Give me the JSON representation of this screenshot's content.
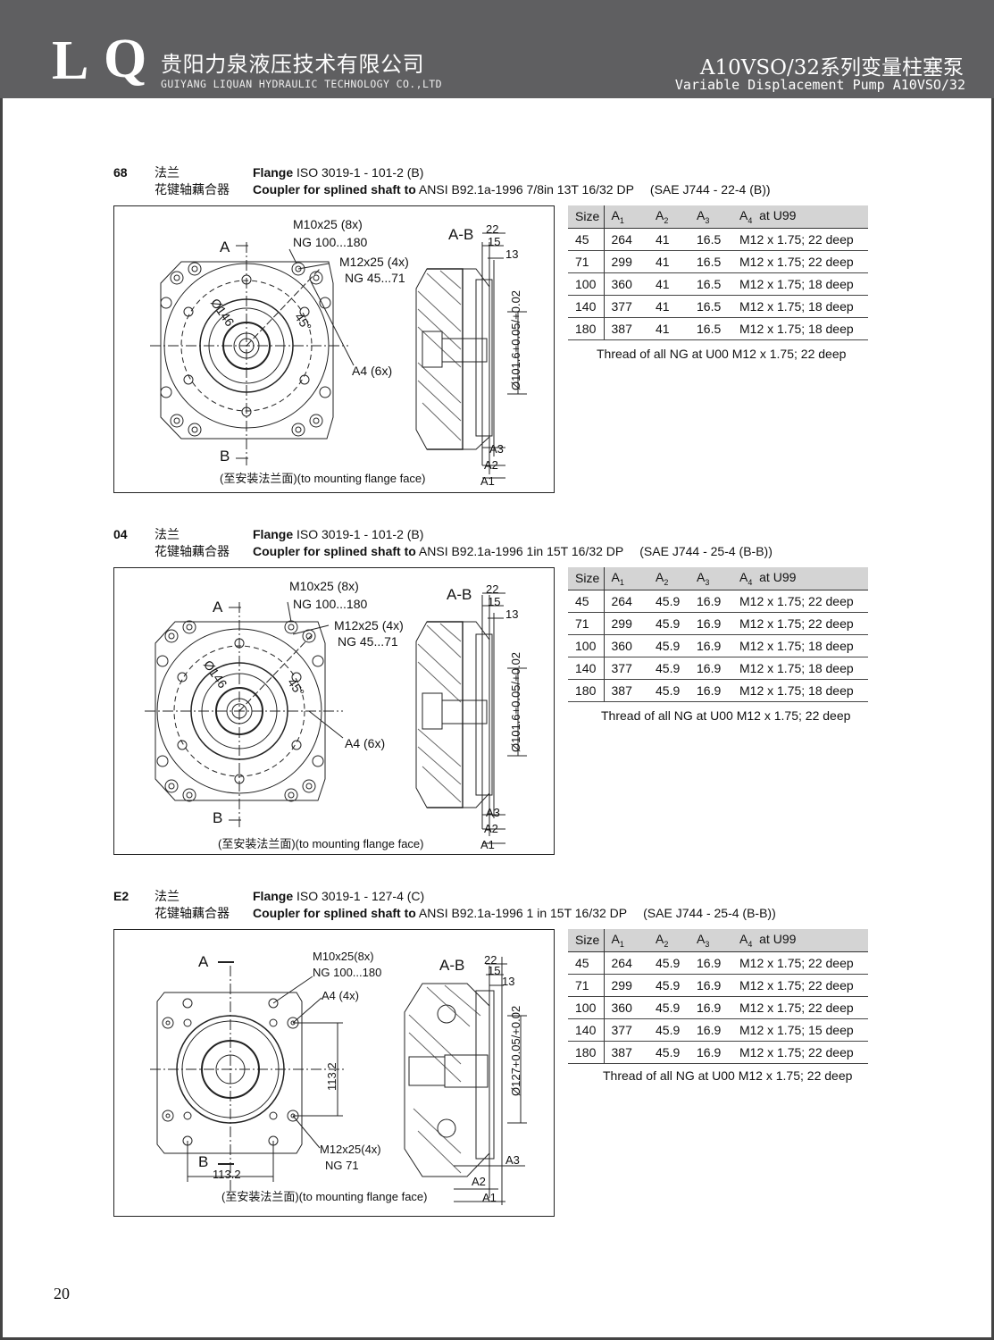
{
  "header": {
    "logo": "LQ",
    "company_cn": "贵阳力泉液压技术有限公司",
    "company_en": "GUIYANG LIQUAN HYDRAULIC TECHNOLOGY CO.,LTD",
    "title_cn": "A10VSO/32系列变量柱塞泵",
    "title_en": "Variable Displacement Pump A10VSO/32",
    "bg_color": "#5f5f61"
  },
  "sections": [
    {
      "code": "68",
      "cn_flange": "法兰",
      "cn_coupler": "花键轴藕合器",
      "flange_label": "Flange",
      "flange_spec": "ISO 3019-1 - 101-2 (B)",
      "coupler_label": "Coupler for splined shaft to",
      "coupler_spec": "ANSI B92.1a-1996  7/8in 13T 16/32 DP",
      "sae": "(SAE J744 - 22-4 (B))",
      "labels": {
        "A": "A",
        "B": "B",
        "AB": "A-B",
        "bolt1": "M10x25 (8x)",
        "ng1": "NG 100...180",
        "bolt2": "M12x25 (4x)",
        "ng2": "NG 45...71",
        "dia": "Ø146",
        "angle": "45°",
        "a4": "A4 (6x)",
        "shaft_dia": "Ø101.6+0.05/+0.02",
        "d22": "22",
        "d15": "15",
        "d13": "13",
        "a1": "A1",
        "a2": "A2",
        "a3": "A3",
        "mount_cn": "(至安装法兰面)",
        "mount_en": "(to mounting flange face)"
      },
      "table": {
        "headers": [
          "Size",
          "A1",
          "A2",
          "A3",
          "A4  at U99"
        ],
        "rows": [
          [
            "45",
            "264",
            "41",
            "16.5",
            "M12 x 1.75; 22 deep"
          ],
          [
            "71",
            "299",
            "41",
            "16.5",
            "M12 x 1.75; 22 deep"
          ],
          [
            "100",
            "360",
            "41",
            "16.5",
            "M12 x 1.75; 18 deep"
          ],
          [
            "140",
            "377",
            "41",
            "16.5",
            "M12 x 1.75; 18 deep"
          ],
          [
            "180",
            "387",
            "41",
            "16.5",
            "M12 x 1.75; 18 deep"
          ]
        ],
        "note": "Thread of all NG at U00 M12 x 1.75; 22 deep"
      }
    },
    {
      "code": "04",
      "cn_flange": "法兰",
      "cn_coupler": "花键轴藕合器",
      "flange_label": "Flange",
      "flange_spec": "ISO 3019-1 - 101-2 (B)",
      "coupler_label": "Coupler for splined shaft to",
      "coupler_spec": "ANSI B92.1a-1996  1in 15T 16/32 DP",
      "sae": "(SAE J744 - 25-4 (B-B))",
      "labels": {
        "A": "A",
        "B": "B",
        "AB": "A-B",
        "bolt1": "M10x25 (8x)",
        "ng1": "NG 100...180",
        "bolt2": "M12x25 (4x)",
        "ng2": "NG 45...71",
        "dia": "Ø146",
        "angle": "45°",
        "a4": "A4 (6x)",
        "shaft_dia": "Ø101.6+0.05/+0.02",
        "d22": "22",
        "d15": "15",
        "d13": "13",
        "a1": "A1",
        "a2": "A2",
        "a3": "A3",
        "mount_cn": "(至安装法兰面)",
        "mount_en": "(to mounting flange face)"
      },
      "table": {
        "headers": [
          "Size",
          "A1",
          "A2",
          "A3",
          "A4  at U99"
        ],
        "rows": [
          [
            "45",
            "264",
            "45.9",
            "16.9",
            "M12 x 1.75; 22 deep"
          ],
          [
            "71",
            "299",
            "45.9",
            "16.9",
            "M12 x 1.75; 22 deep"
          ],
          [
            "100",
            "360",
            "45.9",
            "16.9",
            "M12 x 1.75; 18 deep"
          ],
          [
            "140",
            "377",
            "45.9",
            "16.9",
            "M12 x 1.75; 18 deep"
          ],
          [
            "180",
            "387",
            "45.9",
            "16.9",
            "M12 x 1.75; 18 deep"
          ]
        ],
        "note": "Thread of all NG at U00 M12 x 1.75; 22 deep"
      }
    },
    {
      "code": "E2",
      "cn_flange": "法兰",
      "cn_coupler": "花键轴藕合器",
      "flange_label": "Flange",
      "flange_spec": "ISO 3019-1 - 127-4 (C)",
      "coupler_label": "Coupler for splined shaft to",
      "coupler_spec": "ANSI B92.1a-1996  1 in 15T 16/32 DP",
      "sae": "(SAE J744 - 25-4 (B-B))",
      "labels": {
        "A": "A",
        "B": "B",
        "AB": "A-B",
        "bolt1": "M10x25(8x)",
        "ng1": "NG  100...180",
        "a4": "A4 (4x)",
        "bolt2": "M12x25(4x)",
        "ng2": "NG 71",
        "dim_v": "113.2",
        "dim_h": "113.2",
        "shaft_dia": "Ø127+0.05/+0.02",
        "d22": "22",
        "d15": "15",
        "d13": "13",
        "a1": "A1",
        "a2": "A2",
        "a3": "A3",
        "mount_cn": "(至安装法兰面)",
        "mount_en": "(to mounting flange face)"
      },
      "table": {
        "headers": [
          "Size",
          "A1",
          "A2",
          "A3",
          "A4  at U99"
        ],
        "rows": [
          [
            "45",
            "264",
            "45.9",
            "16.9",
            "M12 x 1.75; 22 deep"
          ],
          [
            "71",
            "299",
            "45.9",
            "16.9",
            "M12 x 1.75; 22 deep"
          ],
          [
            "100",
            "360",
            "45.9",
            "16.9",
            "M12 x 1.75; 22 deep"
          ],
          [
            "140",
            "377",
            "45.9",
            "16.9",
            "M12 x 1.75; 15 deep"
          ],
          [
            "180",
            "387",
            "45.9",
            "16.9",
            "M12 x 1.75; 22 deep"
          ]
        ],
        "note": "Thread of all NG at U00 M12 x 1.75; 22 deep"
      }
    }
  ],
  "page_number": "20"
}
